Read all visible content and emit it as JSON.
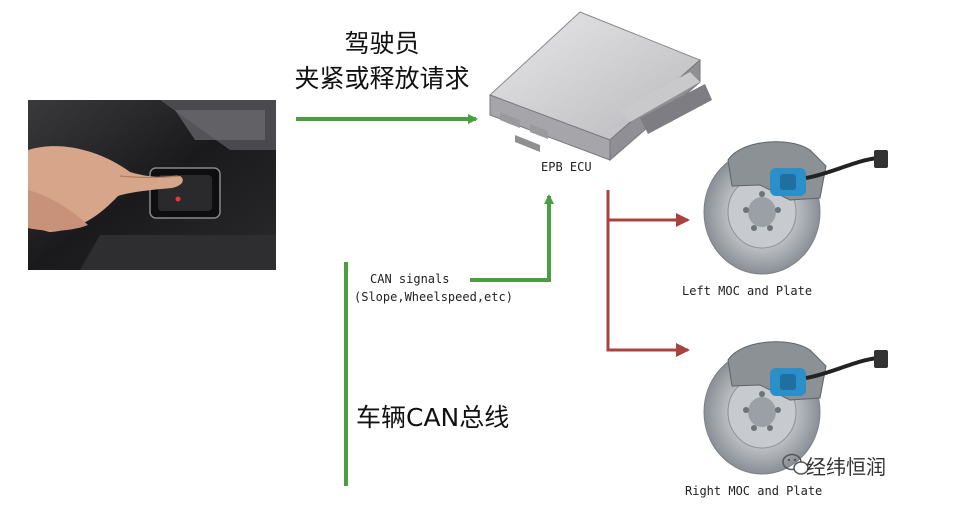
{
  "driver_request": {
    "line1": "驾驶员",
    "line2": "夹紧或释放请求"
  },
  "ecu": {
    "label": "EPB ECU"
  },
  "can_signals": {
    "line1": "CAN signals",
    "line2": "(Slope,Wheelspeed,etc)"
  },
  "can_bus": {
    "label": "车辆CAN总线"
  },
  "left_brake": {
    "label": "Left MOC and Plate"
  },
  "right_brake": {
    "label": "Right MOC and Plate"
  },
  "watermark": {
    "text": "经纬恒润"
  },
  "colors": {
    "green_arrow": "#4a9e3f",
    "red_arrow": "#a8433f",
    "console_dark": "#1c1c1e",
    "disc_gray": "#9aa0a6",
    "caliper_blue": "#2b8fc9"
  },
  "icons": [
    "photo-parking-brake-switch",
    "ecu-module-illustration",
    "brake-disc-caliper-illustration",
    "wechat-icon"
  ]
}
